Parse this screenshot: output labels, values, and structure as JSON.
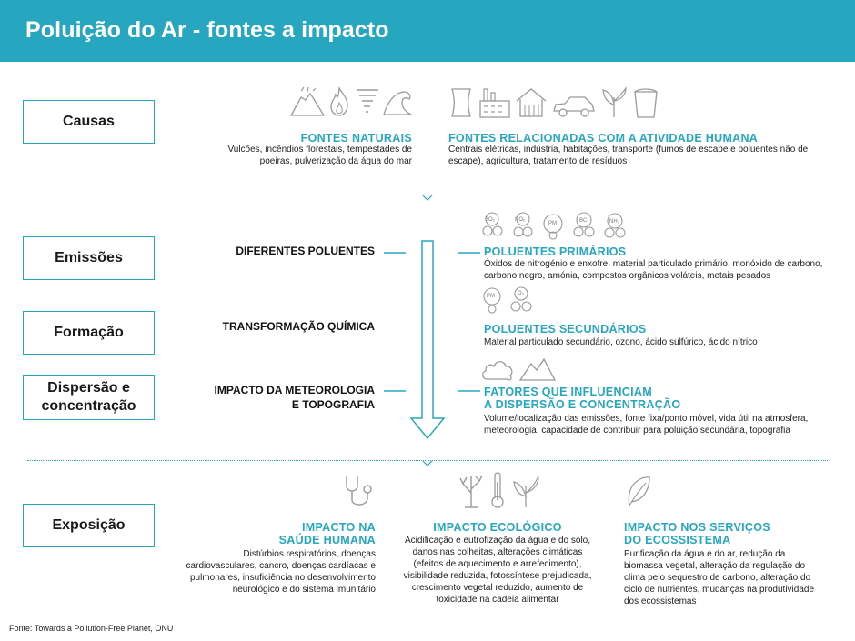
{
  "header": {
    "title": "Poluição do Ar - fontes a impacto"
  },
  "stages": {
    "causas": "Causas",
    "emissoes": "Emissões",
    "formacao": "Formação",
    "dispersao_line1": "Dispersão e",
    "dispersao_line2": "concentração",
    "exposicao": "Exposição"
  },
  "causes": {
    "natural": {
      "title": "FONTES NATURAIS",
      "line1": "Vulcões, incêndios florestais, tempestades de",
      "line2": "poeiras, pulverização da água do mar"
    },
    "human": {
      "title": "FONTES RELACIONADAS COM A ATIVIDADE HUMANA",
      "line1": "Centrais elétricas, indústria, habitações, transporte (fumos de escape e poluentes não de",
      "line2": "escape), agricultura, tratamento de resíduos"
    }
  },
  "process": {
    "diferentes": "DIFERENTES POLUENTES",
    "transformacao": "TRANSFORMAÇÃO QUÍMICA",
    "impacto_line1": "IMPACTO DA METEOROLOGIA",
    "impacto_line2": "E TOPOGRAFIA"
  },
  "primarios": {
    "title": "POLUENTES PRIMÁRIOS",
    "line1": "Óxidos de nitrogénio e enxofre, material particulado primário, monóxido de carbono,",
    "line2": "carbono negro, amónia, compostos orgânicos voláteis, metais pesados",
    "icons": [
      "SO₂",
      "NOₓ",
      "PM",
      "BC",
      "NH₃"
    ]
  },
  "secundarios": {
    "title": "POLUENTES SECUNDÁRIOS",
    "line1": "Material particulado secundário, ozono, ácido sulfúrico, ácido nítrico",
    "icons": [
      "PM",
      "O₃"
    ]
  },
  "fatores": {
    "title_line1": "FATORES QUE INFLUENCIAM",
    "title_line2": "A DISPERSÃO E CONCENTRAÇÃO",
    "line1": "Volume/localização das emissões, fonte fixa/ponto móvel, vida útil na atmosfera,",
    "line2": "meteorologia, capacidade de contribuir para poluição secundária, topografia"
  },
  "exposicao": {
    "saude": {
      "title_line1": "IMPACTO NA",
      "title_line2": "SAÚDE HUMANA",
      "lines": [
        "Distúrbios respiratórios, doenças",
        "cardiovasculares, cancro, doenças cardíacas e",
        "pulmonares, insuficiência no desenvolvimento",
        "neurológico e do sistema imunitário"
      ]
    },
    "ecologico": {
      "title": "IMPACTO ECOLÓGICO",
      "lines": [
        "Acidificação e eutrofização da água e do solo,",
        "danos nas colheitas, alterações climáticas",
        "(efeitos de aquecimento e arrefecimento),",
        "visibilidade reduzida, fotossíntese prejudicada,",
        "crescimento vegetal reduzido, aumento de",
        "toxicidade na cadeia alimentar"
      ]
    },
    "ecossistema": {
      "title_line1": "IMPACTO NOS SERVIÇOS",
      "title_line2": "DO ECOSSISTEMA",
      "lines": [
        "Purificação da água e do ar, redução da",
        "biomassa vegetal, alteração da regulação do",
        "clima pelo sequestro de carbono, alteração do",
        "ciclo de nutrientes, mudanças na produtividade",
        "dos ecossistemas"
      ]
    }
  },
  "footer": {
    "source": "Fonte: Towards a Pollution-Free Planet, ONU"
  },
  "colors": {
    "accent": "#27a7bf",
    "icon": "#9a9a9a"
  }
}
